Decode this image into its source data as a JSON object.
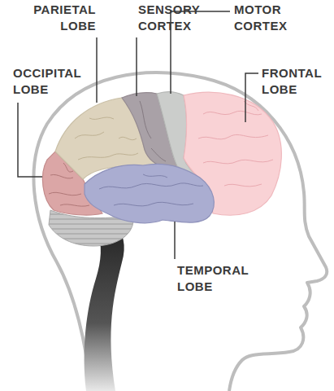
{
  "diagram": {
    "labels": [
      "PARIETAL LOBE",
      "SENSORY CORTEX",
      "MOTOR CORTEX",
      "OCCIPITAL LOBE",
      "FRONTAL LOBE",
      "TEMPORAL LOBE"
    ]
  }
}
